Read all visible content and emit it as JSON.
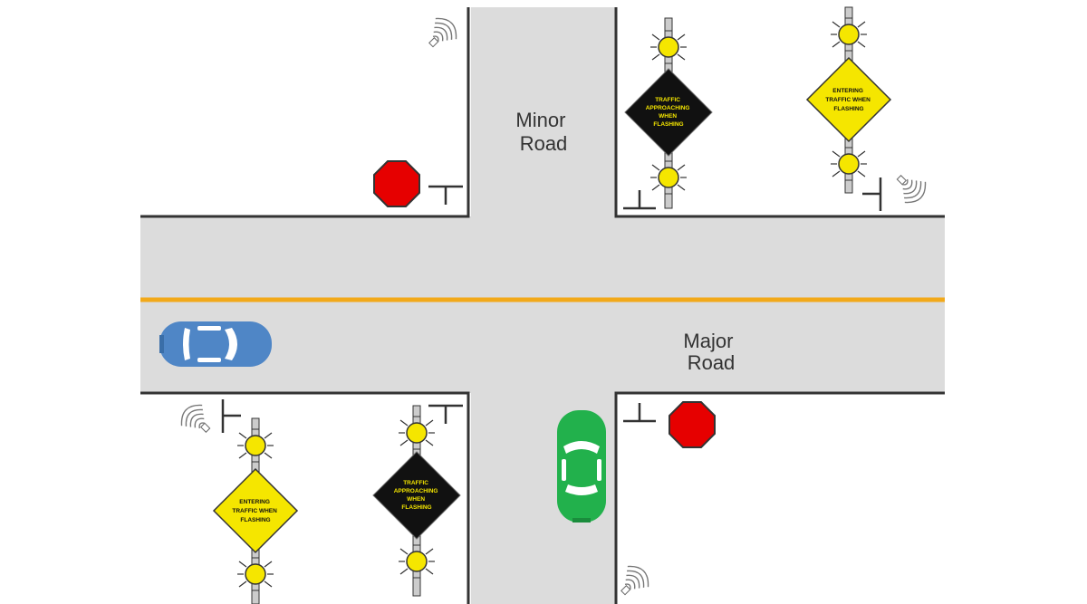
{
  "labels": {
    "minor_road_line1": "Minor",
    "minor_road_line2": "Road",
    "major_road_line1": "Major",
    "major_road_line2": "Road"
  },
  "signs": {
    "traffic_approaching": [
      "TRAFFIC",
      "APPROACHING",
      "WHEN",
      "FLASHING"
    ],
    "entering_traffic": [
      "ENTERING",
      "TRAFFIC WHEN",
      "FLASHING"
    ]
  },
  "colors": {
    "road": "#dcdcdc",
    "curb": "#333333",
    "center_line": "#f2a91a",
    "stop_sign": "#e60000",
    "beacon": "#f5e600",
    "warning_yellow": "#f5e600",
    "warning_black": "#111111",
    "blue_car": "#4f86c6",
    "green_car": "#22b14c"
  },
  "icons": {
    "stop_sign": "octagon-stop-sign-icon",
    "beacon": "flashing-beacon-icon",
    "sensor": "radar-sensor-icon",
    "stop_line": "stop-bar-icon"
  }
}
